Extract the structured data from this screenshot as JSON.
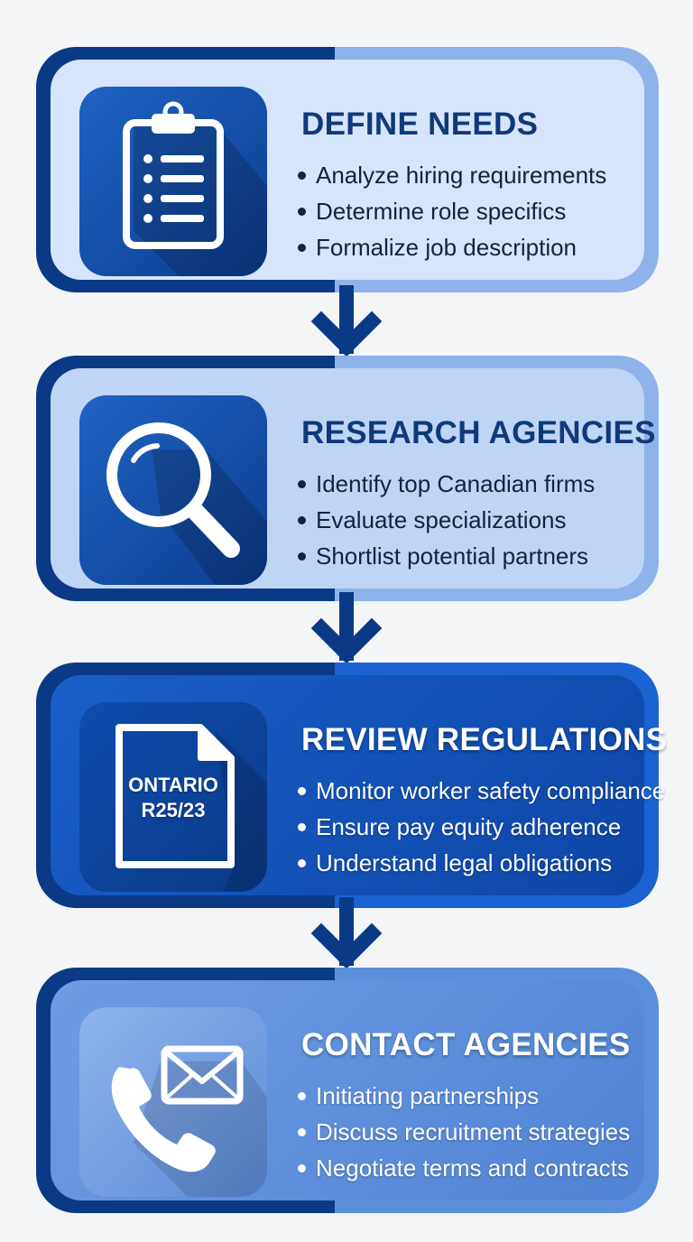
{
  "steps": [
    {
      "title": "DEFINE NEEDS",
      "icon": "clipboard-icon",
      "bullets": [
        "Analyze hiring requirements",
        "Determine role specifics",
        "Formalize job description"
      ]
    },
    {
      "title": "RESEARCH AGENCIES",
      "icon": "magnifying-glass-icon",
      "bullets": [
        "Identify top Canadian firms",
        "Evaluate specializations",
        "Shortlist potential partners"
      ]
    },
    {
      "title": "REVIEW REGULATIONS",
      "icon": "document-icon",
      "icon_text": [
        "ONTARIO",
        "R25/23"
      ],
      "bullets": [
        "Monitor worker safety compliance",
        "Ensure pay equity adherence",
        "Understand legal obligations"
      ]
    },
    {
      "title": "CONTACT AGENCIES",
      "icon": "phone-envelope-icon",
      "bullets": [
        "Initiating partnerships",
        "Discuss recruitment strategies",
        "Negotiate terms and contracts"
      ]
    }
  ],
  "colors": {
    "dark_navy": "#0a3a85",
    "light_blue": "#d6e5fb",
    "royal_blue": "#1a5fc8",
    "medium_blue": "#6d9ce3"
  }
}
